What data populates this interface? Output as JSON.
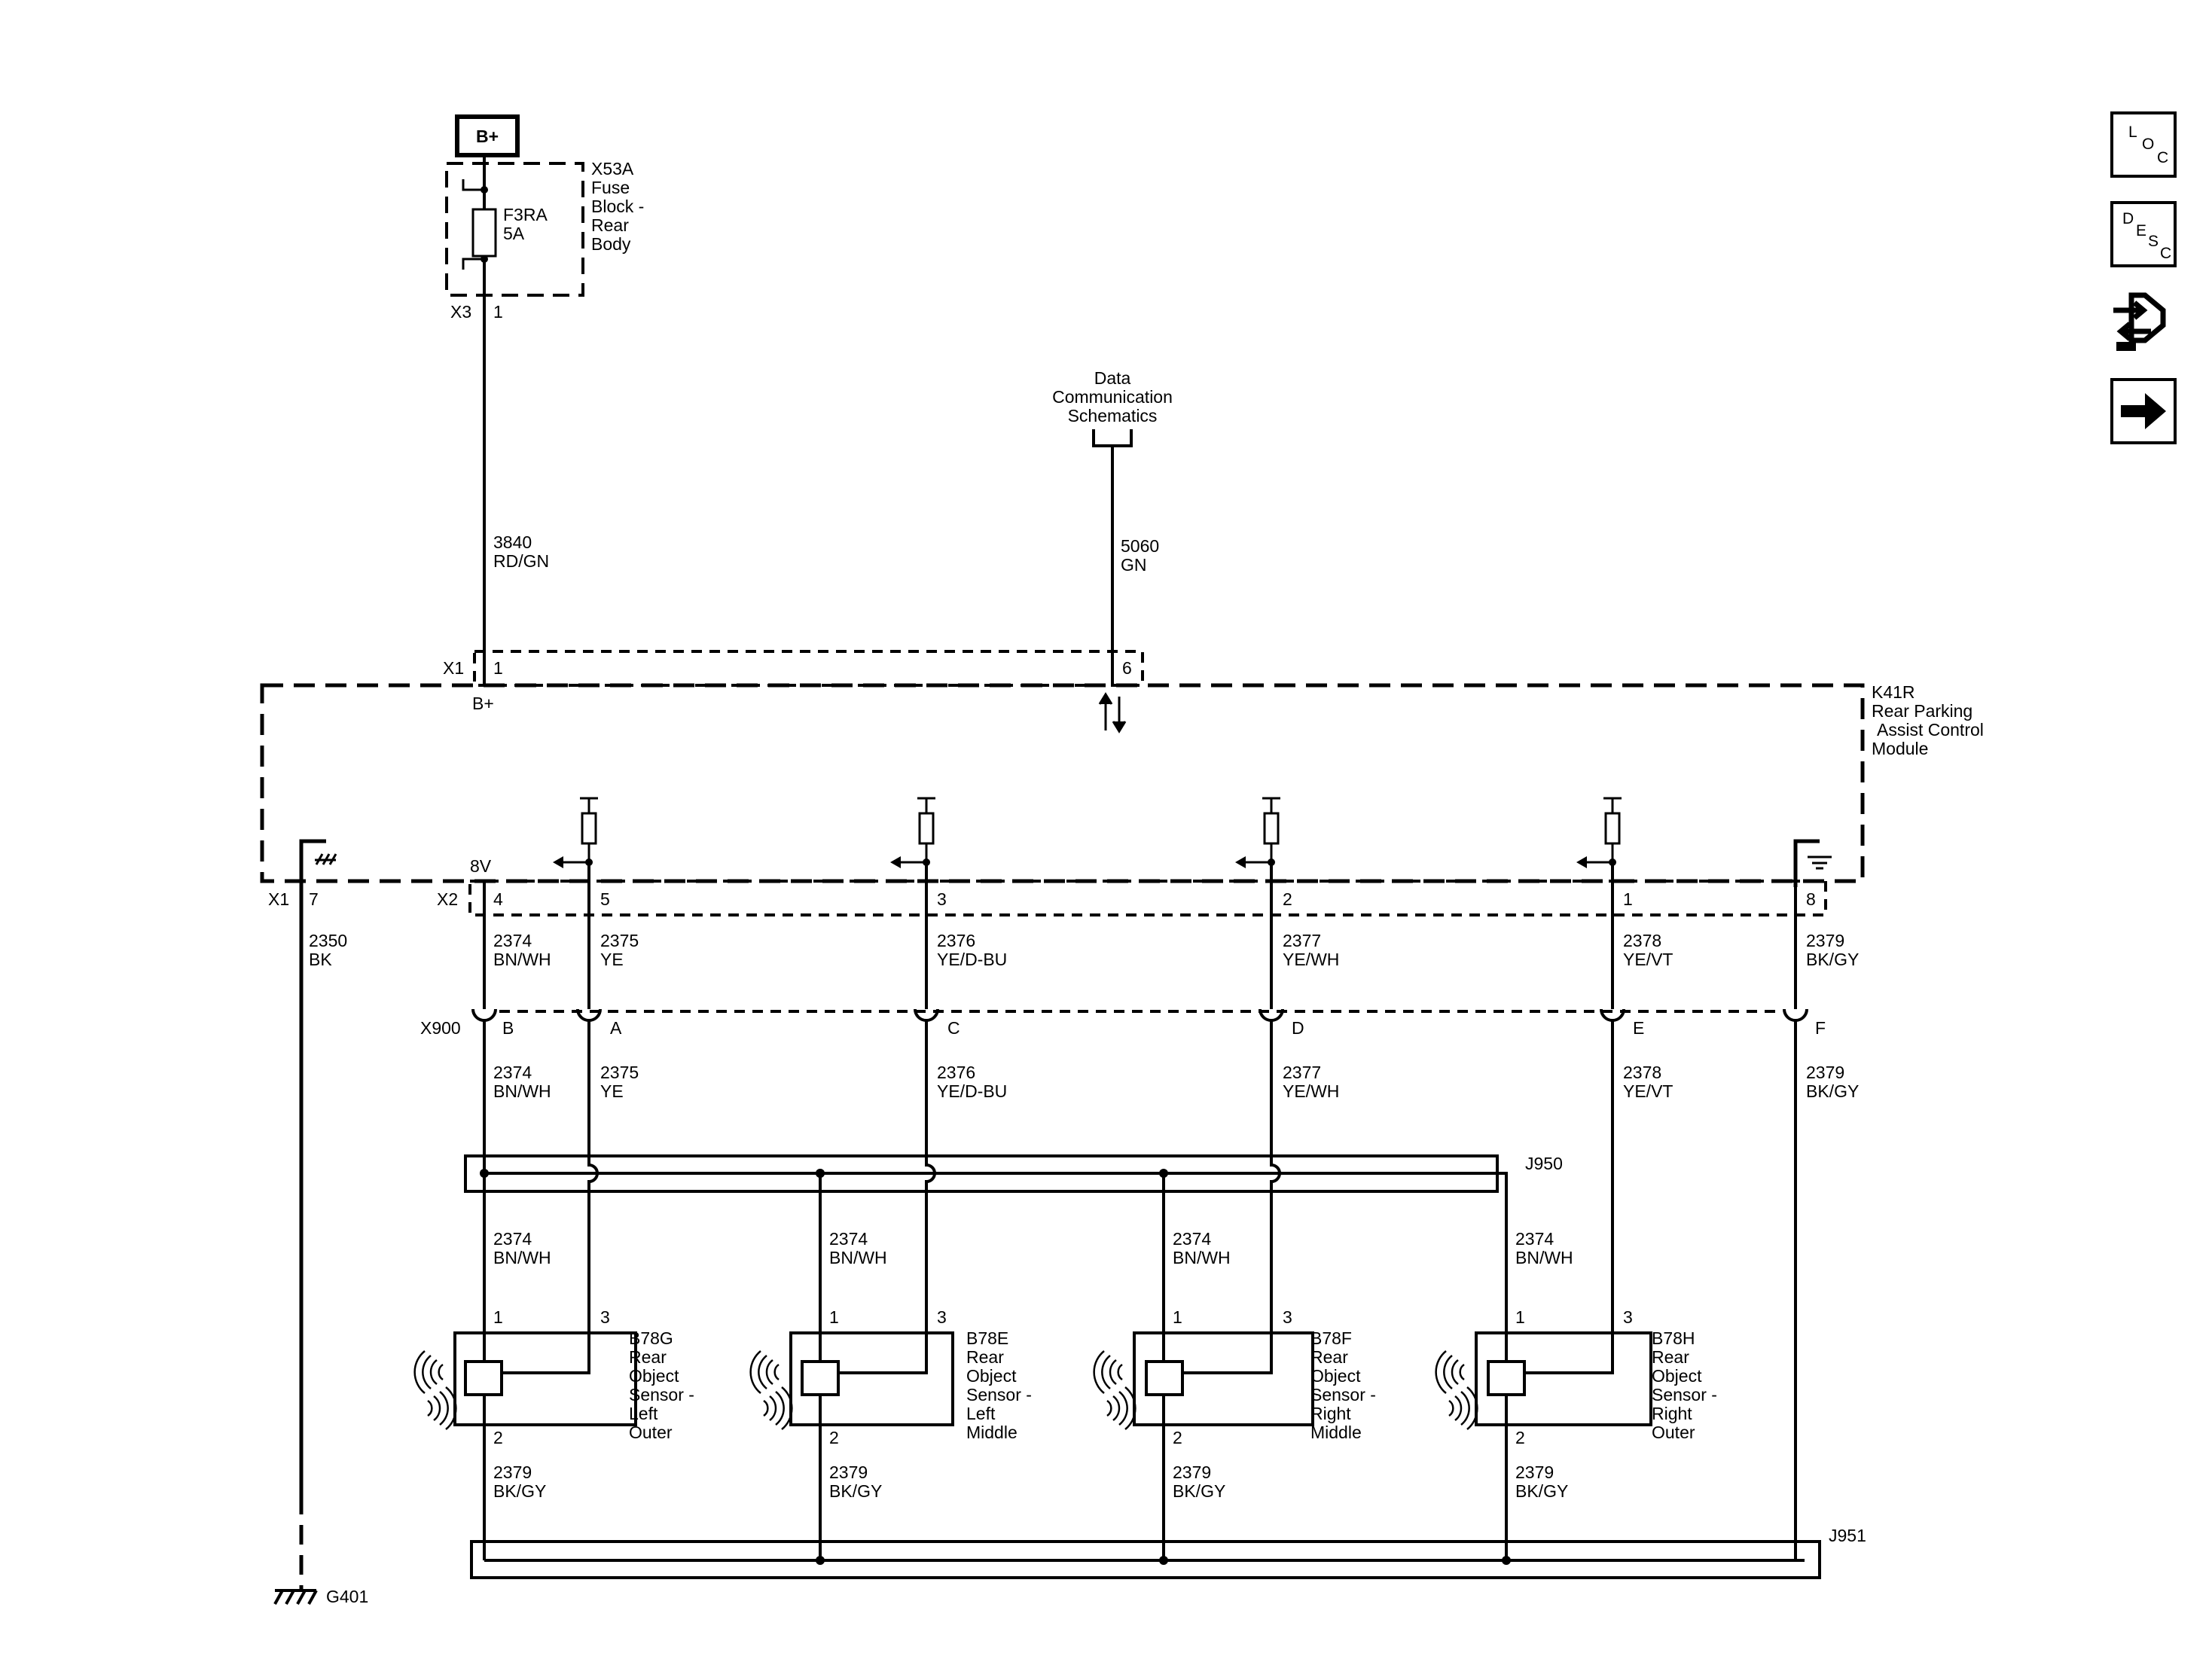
{
  "supply": {
    "battery_label": "B+",
    "fuse_block": [
      "X53A",
      "Fuse",
      "Block -",
      "Rear",
      "Body"
    ],
    "fuse": [
      "F3RA",
      "5A"
    ],
    "fuse_connector": "X3",
    "fuse_pin": "1"
  },
  "data_comm": [
    "Data",
    "Communication",
    "Schematics"
  ],
  "wires": {
    "power": [
      "3840",
      "RD/GN"
    ],
    "serial": [
      "5060",
      "GN"
    ],
    "ground_module": [
      "2350",
      "BK"
    ],
    "bus_power": [
      "2374",
      "BN/WH"
    ],
    "sig_a": [
      "2375",
      "YE"
    ],
    "sig_c": [
      "2376",
      "YE/D-BU"
    ],
    "sig_d": [
      "2377",
      "YE/WH"
    ],
    "sig_e": [
      "2378",
      "YE/VT"
    ],
    "bus_ground": [
      "2379",
      "BK/GY"
    ]
  },
  "module": {
    "name": [
      "K41R",
      "Rear Parking",
      "Assist Control",
      "Module"
    ],
    "x1": "X1",
    "x2": "X2",
    "x1_pins": [
      "1",
      "6",
      "7"
    ],
    "x2_pins": [
      "4",
      "5",
      "3",
      "2",
      "1",
      "8"
    ],
    "b_plus": "B+",
    "v8": "8V"
  },
  "inline_connector": {
    "name": "X900",
    "pins": [
      "B",
      "A",
      "C",
      "D",
      "E",
      "F"
    ]
  },
  "splices": [
    "J950",
    "J951"
  ],
  "ground": "G401",
  "sensors": [
    {
      "pin1": "1",
      "pin2": "2",
      "pin3": "3",
      "label": [
        "B78G",
        "Rear",
        "Object",
        "Sensor -",
        "Left",
        "Outer"
      ]
    },
    {
      "pin1": "1",
      "pin2": "2",
      "pin3": "3",
      "label": [
        "B78E",
        "Rear",
        "Object",
        "Sensor -",
        "Left",
        "Middle"
      ]
    },
    {
      "pin1": "1",
      "pin2": "2",
      "pin3": "3",
      "label": [
        "B78F",
        "Rear",
        "Object",
        "Sensor -",
        "Right",
        "Middle"
      ]
    },
    {
      "pin1": "1",
      "pin2": "2",
      "pin3": "3",
      "label": [
        "B78H",
        "Rear",
        "Object",
        "Sensor -",
        "Right",
        "Outer"
      ]
    }
  ],
  "nav": {
    "loc": [
      "L",
      "O",
      "C"
    ],
    "desc": [
      "D",
      "E",
      "S",
      "C"
    ],
    "icons": [
      "component-connector-icon",
      "next-page-arrow-icon"
    ]
  }
}
